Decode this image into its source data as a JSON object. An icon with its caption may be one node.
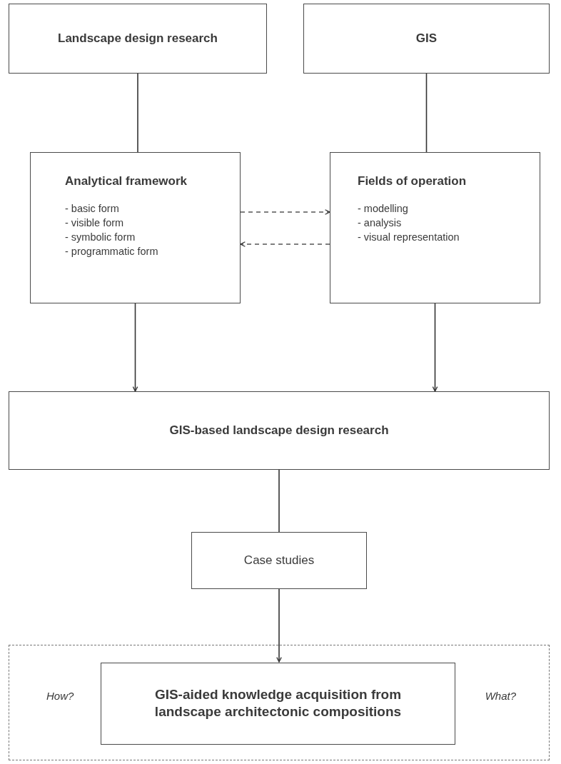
{
  "diagram": {
    "nodes": [
      {
        "text": [
          "Landscape design research"
        ]
      },
      {
        "text": [
          "GIS"
        ]
      },
      {
        "text": [
          "Analytical framework",
          "- basic form",
          "- visible form",
          "- symbolic form",
          "- programmatic form"
        ]
      },
      {
        "text": [
          "Fields of operation",
          "- modelling",
          "- analysis",
          "- visual representation"
        ]
      },
      {
        "text": [
          "GIS-based landscape design research"
        ]
      },
      {
        "text": [
          "Case studies"
        ]
      },
      {
        "text": [
          "How?",
          "What?"
        ]
      },
      {
        "text": [
          "GIS-aided knowledge acquisition from landscape architectonic compositions"
        ],
        "in": 6
      }
    ],
    "edges": [
      {
        "from": 0,
        "to": 2,
        "arrow": "none"
      },
      {
        "from": 1,
        "to": 3,
        "arrow": "none"
      },
      {
        "from": 2,
        "to": 3,
        "arrow": "to",
        "style": "dashed"
      },
      {
        "from": 3,
        "to": 2,
        "arrow": "to",
        "style": "dashed"
      },
      {
        "from": 2,
        "to": 4,
        "arrow": "to"
      },
      {
        "from": 3,
        "to": 4,
        "arrow": "to"
      },
      {
        "from": 4,
        "to": 5,
        "arrow": "none"
      },
      {
        "from": 5,
        "to": 7,
        "arrow": "to"
      }
    ]
  }
}
